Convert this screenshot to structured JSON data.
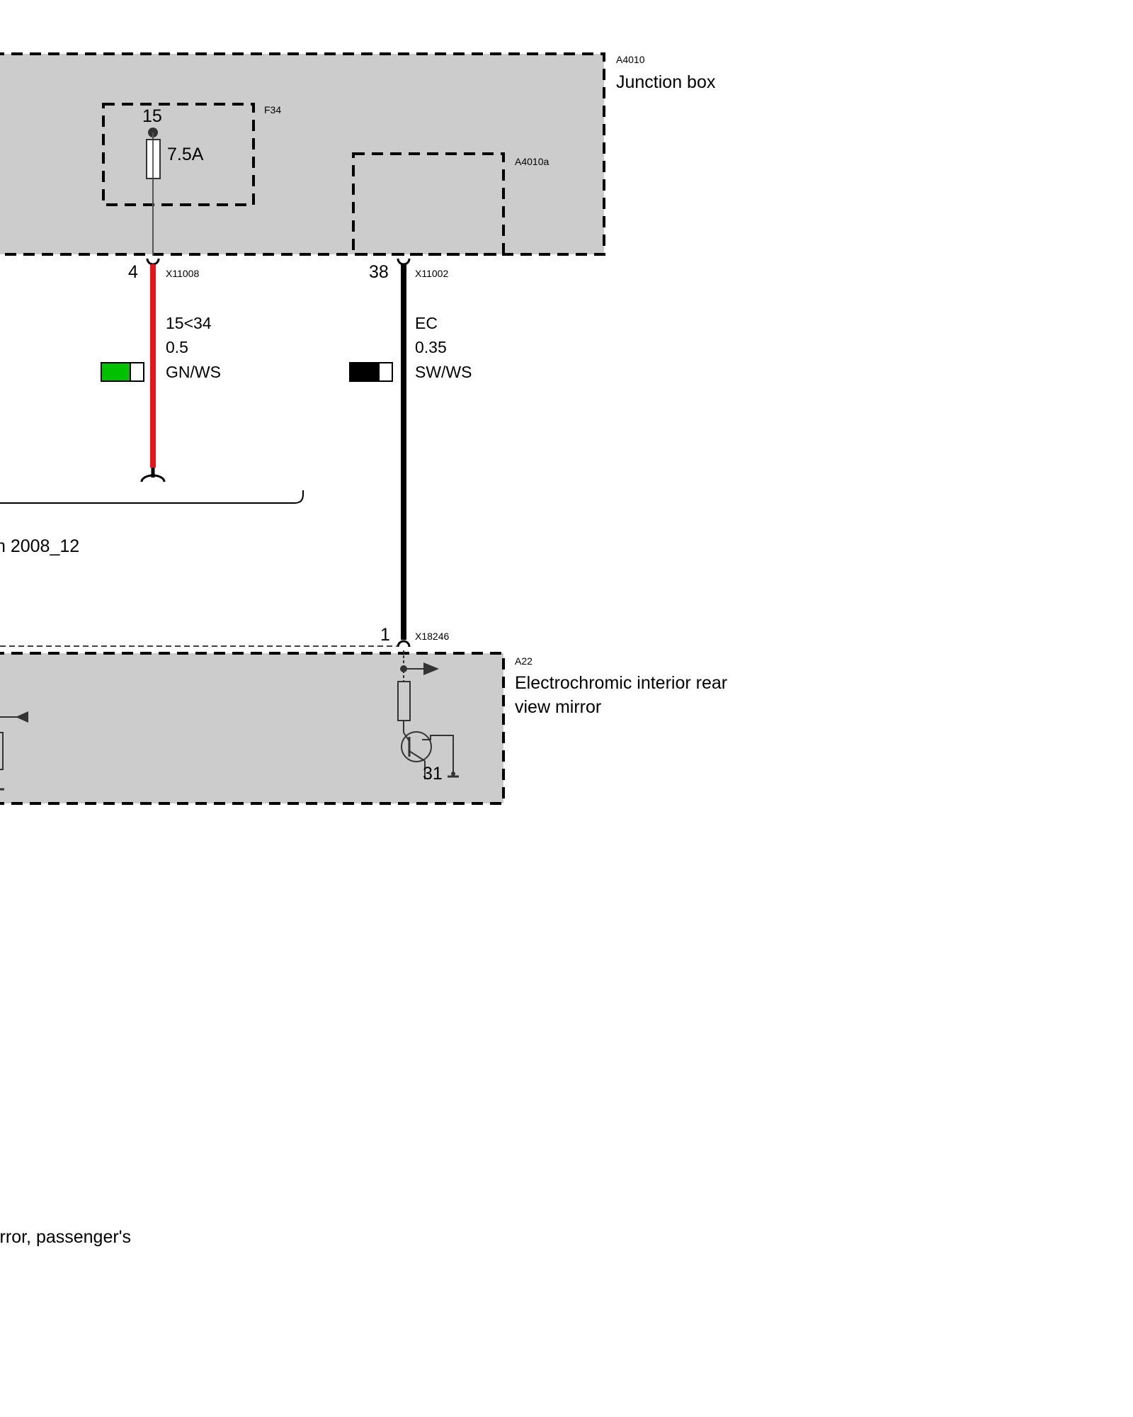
{
  "junction_box": {
    "id": "A4010",
    "name": "Junction box",
    "fuse": {
      "id": "F34",
      "terminal": "15",
      "rating": "7.5A"
    },
    "subunit": {
      "id": "A4010a"
    }
  },
  "wires": [
    {
      "pin": "4",
      "connector": "X11008",
      "signal": "15<34",
      "gauge": "0.5",
      "color_code": "GN/WS",
      "colors": [
        "#00c000",
        "#ffffff"
      ],
      "wire_color": "#e8141b"
    },
    {
      "pin": "38",
      "connector": "X11002",
      "signal": "EC",
      "gauge": "0.35",
      "color_code": "SW/WS",
      "colors": [
        "#000000",
        "#ffffff"
      ],
      "wire_color": "#000000"
    }
  ],
  "mirror_connector": {
    "pin": "1",
    "connector": "X18246"
  },
  "mirror": {
    "id": "A22",
    "name_line1": "Electrochromic interior rear",
    "name_line2": "view mirror",
    "ground_terminal": "31"
  },
  "fragments": {
    "version_note": "n 2008_12",
    "bottom_label": "irror, passenger's"
  },
  "colors": {
    "module_fill": "#cccccc",
    "border": "#000000",
    "symbol": "#333333"
  }
}
